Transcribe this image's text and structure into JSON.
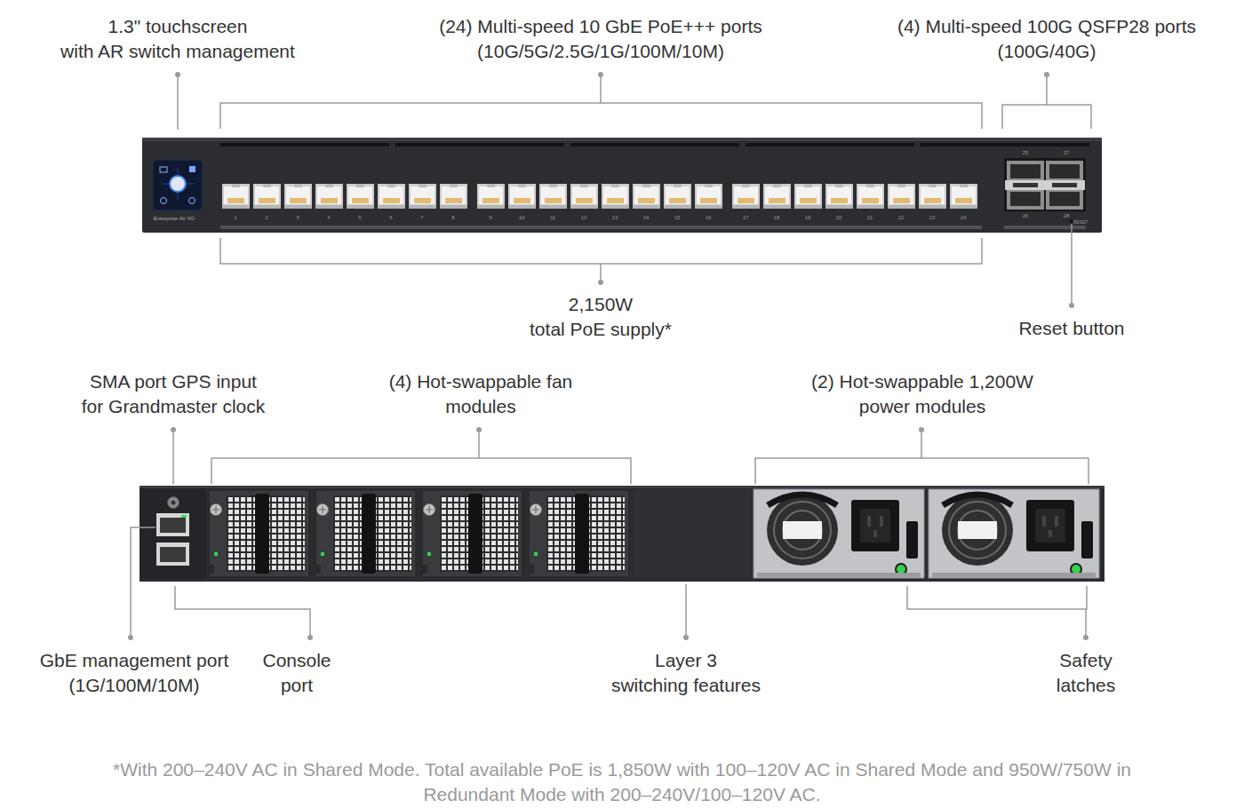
{
  "diagram": {
    "labels": [
      "1.3\" touchscreen with AR switch management",
      "(24) Multi-speed 10 GbE PoE+++ ports (10G/5G/2.5G/1G/100M/10M)",
      "(4) Multi-speed 100G QSFP28 ports (100G/40G)",
      "Enterprise AV XG",
      "1",
      "2",
      "3",
      "4",
      "5",
      "6",
      "7",
      "8",
      "9",
      "10",
      "11",
      "12",
      "13",
      "14",
      "15",
      "16",
      "17",
      "18",
      "19",
      "20",
      "21",
      "22",
      "23",
      "24",
      "25",
      "27",
      "26",
      "28",
      "RESET",
      "2,150W total PoE supply*",
      "Reset button",
      "SMA port GPS input for Grandmaster clock",
      "(4) Hot-swappable fan modules",
      "(2) Hot-swappable 1,200W power modules",
      "GbE management port (1G/100M/10M)",
      "Console port",
      "Layer 3 switching features",
      "Safety latches",
      "*With 200–240V AC in Shared Mode. Total available PoE is 1,850W with 100–120V AC in Shared Mode and 950W/750W in Redundant Mode with 200–240V/100–120V AC."
    ]
  }
}
